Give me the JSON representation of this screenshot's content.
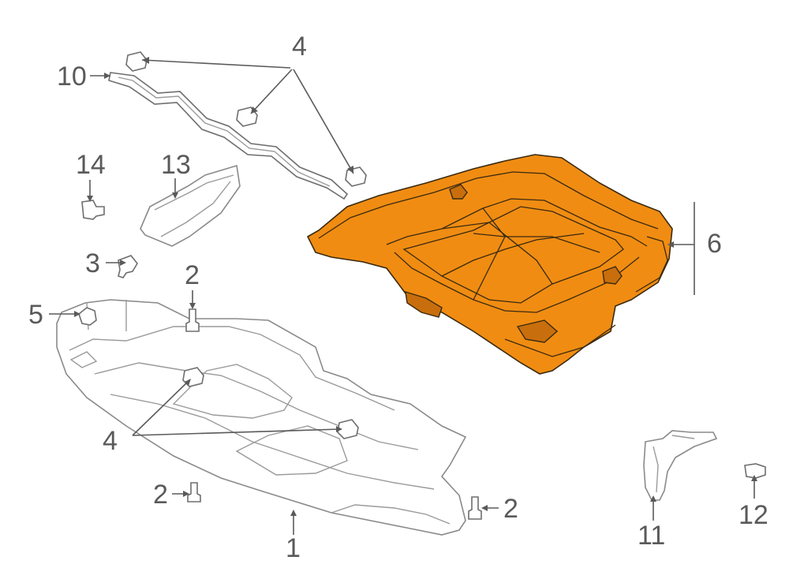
{
  "colors": {
    "highlight": "#f08c12",
    "highlight_shade": "#c96e0c",
    "outline_gray": "#8a8a8a",
    "callout_text": "#5a5a5a",
    "background": "#ffffff"
  },
  "callouts": {
    "c1": "1",
    "c2a": "2",
    "c2b": "2",
    "c2c": "2",
    "c3": "3",
    "c4top": "4",
    "c4mid": "4",
    "c5": "5",
    "c6": "6",
    "c10": "10",
    "c11": "11",
    "c12": "12",
    "c13": "13",
    "c14": "14"
  }
}
